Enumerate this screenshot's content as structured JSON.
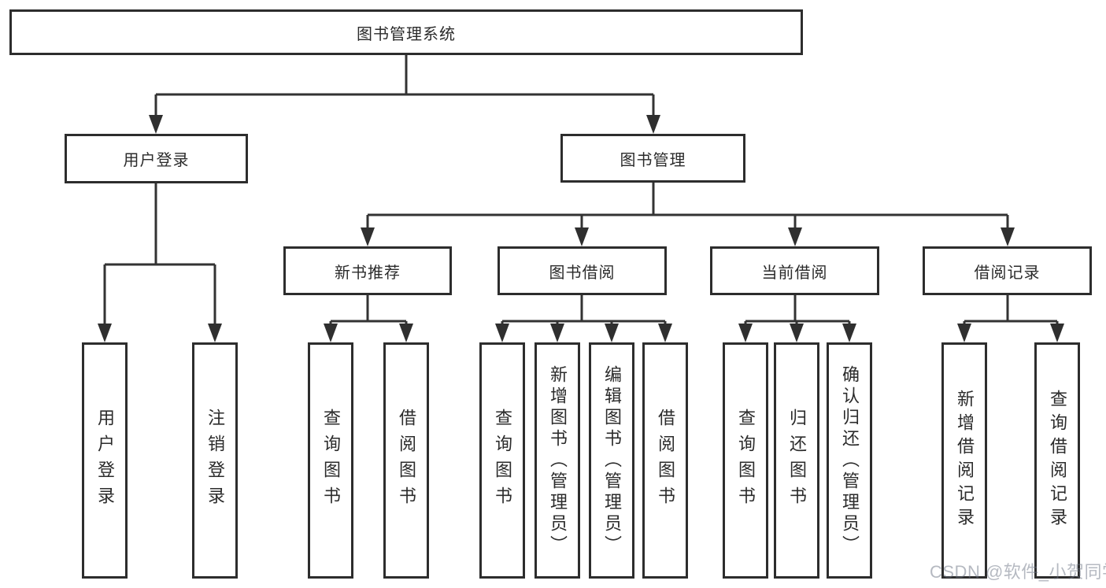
{
  "tree": {
    "label": "图书管理系统",
    "children": [
      {
        "label": "用户登录",
        "children": [
          {
            "label": "用户登录"
          },
          {
            "label": "注销登录"
          }
        ]
      },
      {
        "label": "图书管理",
        "children": [
          {
            "label": "新书推荐",
            "children": [
              {
                "label": "查询图书"
              },
              {
                "label": "借阅图书"
              }
            ]
          },
          {
            "label": "图书借阅",
            "children": [
              {
                "label": "查询图书"
              },
              {
                "label": "新增图书（管理员）"
              },
              {
                "label": "编辑图书（管理员）"
              },
              {
                "label": "借阅图书"
              }
            ]
          },
          {
            "label": "当前借阅",
            "children": [
              {
                "label": "查询图书"
              },
              {
                "label": "归还图书"
              },
              {
                "label": "确认归还（管理员）"
              }
            ]
          },
          {
            "label": "借阅记录",
            "children": [
              {
                "label": "新增借阅记录"
              },
              {
                "label": "查询借阅记录"
              }
            ]
          }
        ]
      }
    ]
  },
  "watermark": {
    "text": "CSDN @软件_小贺同学",
    "color": "#b9bdc4"
  },
  "colors": {
    "box_border": "#2d2d2d",
    "connector_line": "#333333",
    "box_fill": "#ffffff",
    "text": "#2b2b2b"
  }
}
